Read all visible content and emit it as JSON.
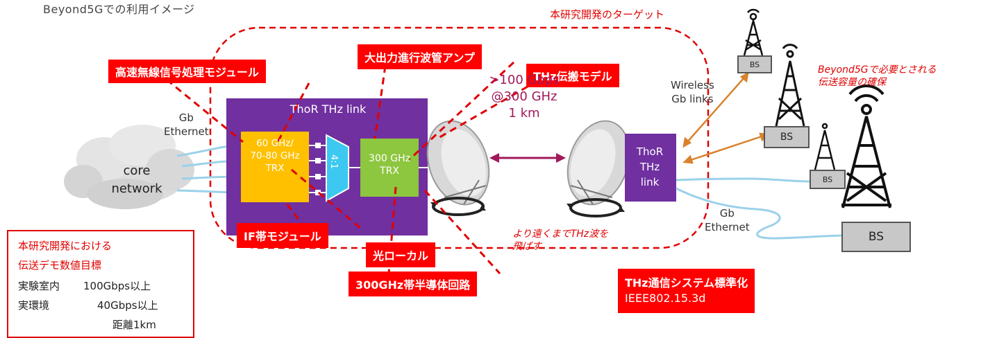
{
  "caption": "Beyond5Gでの利用イメージ",
  "target_label": "本研究開発のターゲット",
  "callouts": {
    "signal_module": "高速無線信号処理モジュール",
    "amplifier": "大出力進行波管アンプ",
    "thz_model": "THz伝搬モデル",
    "if_module": "IF帯モジュール",
    "optical_local": "光ローカル",
    "semiconductor": "300GHz帯半導体回路",
    "standard_line1": "THz通信システム標準化",
    "standard_line2": "IEEE802.15.3d"
  },
  "thor_box": {
    "title": "ThoR THz link",
    "trx60_lines": [
      "60 GHz/",
      "70-80 GHz",
      "TRX"
    ],
    "mux": "4:1",
    "trx300_lines": [
      "300 GHz",
      "TRX"
    ]
  },
  "link_rate": [
    ">100 Gbps",
    "@300 GHz",
    "1 km"
  ],
  "thor_small": [
    "ThoR",
    "THz",
    "link"
  ],
  "cloud": [
    "core",
    "network"
  ],
  "gb_ethernet_left": [
    "Gb",
    "Ethernet"
  ],
  "gb_ethernet_right": [
    "Gb",
    "Ethernet"
  ],
  "wireless": [
    "Wireless",
    "Gb links"
  ],
  "beyond5g_note": [
    "Beyond5Gで必要とされる",
    "伝送容量の確保"
  ],
  "far_note": [
    "より遠くまでTHz波を",
    "飛ばす"
  ],
  "bs_label": "BS",
  "demo": {
    "title1": "本研究開発における",
    "title2": "伝送デモ数値目標",
    "rows": [
      {
        "label": "実験室内",
        "value": "100Gbps以上"
      },
      {
        "label": "実環境",
        "value": "40Gbps以上"
      },
      {
        "label": "",
        "value": "距離1km"
      }
    ]
  },
  "colors": {
    "callout_red": "#ff0000",
    "thor_purple": "#7030a0",
    "trx60_orange": "#ffc000",
    "trx300_green": "#8dc63f",
    "mux_blue": "#3cc8f0",
    "rate_text": "#a0195b",
    "arrow_orange": "#d9822b",
    "cable_blue": "#9bd1e9"
  }
}
